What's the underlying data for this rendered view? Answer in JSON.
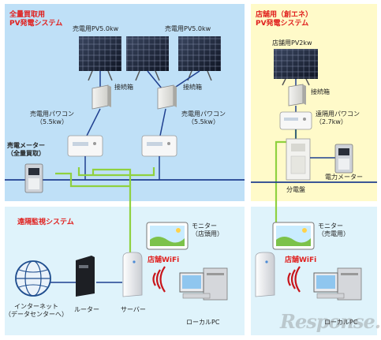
{
  "colors": {
    "left_top_bg": "#bfe0f7",
    "right_top_bg": "#fffac9",
    "bottom_bg": "#dff3fb",
    "title_red": "#e0201e",
    "wire_green": "#8fd13f",
    "wire_blue": "#1f3f8f"
  },
  "left_system": {
    "title_line1": "全量買取用",
    "title_line2": "PV発電システム",
    "panel1_label": "売電用PV5.0kw",
    "panel2_label": "売電用PV5.0kw",
    "junction1": "接続箱",
    "junction2": "接続箱",
    "pcs1_line1": "売電用パワコン",
    "pcs1_line2": "（5.5kw）",
    "pcs2_line1": "売電用パワコン",
    "pcs2_line2": "（5.5kw）",
    "meter_line1": "売電メーター",
    "meter_line2": "（全量買取）"
  },
  "right_system": {
    "title_line1": "店舗用（創エネ）",
    "title_line2": "PV発電システム",
    "panel_label": "店舗用PV2kw",
    "junction": "接続箱",
    "pcs_line1": "遠隔用パワコン",
    "pcs_line2": "（2.7kw）",
    "distribution": "分電盤",
    "meter": "電力メーター"
  },
  "monitoring": {
    "title": "遠隔監視システム",
    "monitor_line1": "モニター",
    "monitor_line2": "（店頭用）",
    "wifi": "店舗WiFi",
    "internet_line1": "インターネット",
    "internet_line2": "（データセンターへ）",
    "router": "ルーター",
    "server": "サーバー",
    "local_pc": "ローカルPC"
  },
  "shop_side": {
    "monitor_line1": "モニター",
    "monitor_line2": "（売電用）",
    "wifi": "店舗WiFi",
    "local_pc": "ローカルPC"
  },
  "watermark": "Response."
}
